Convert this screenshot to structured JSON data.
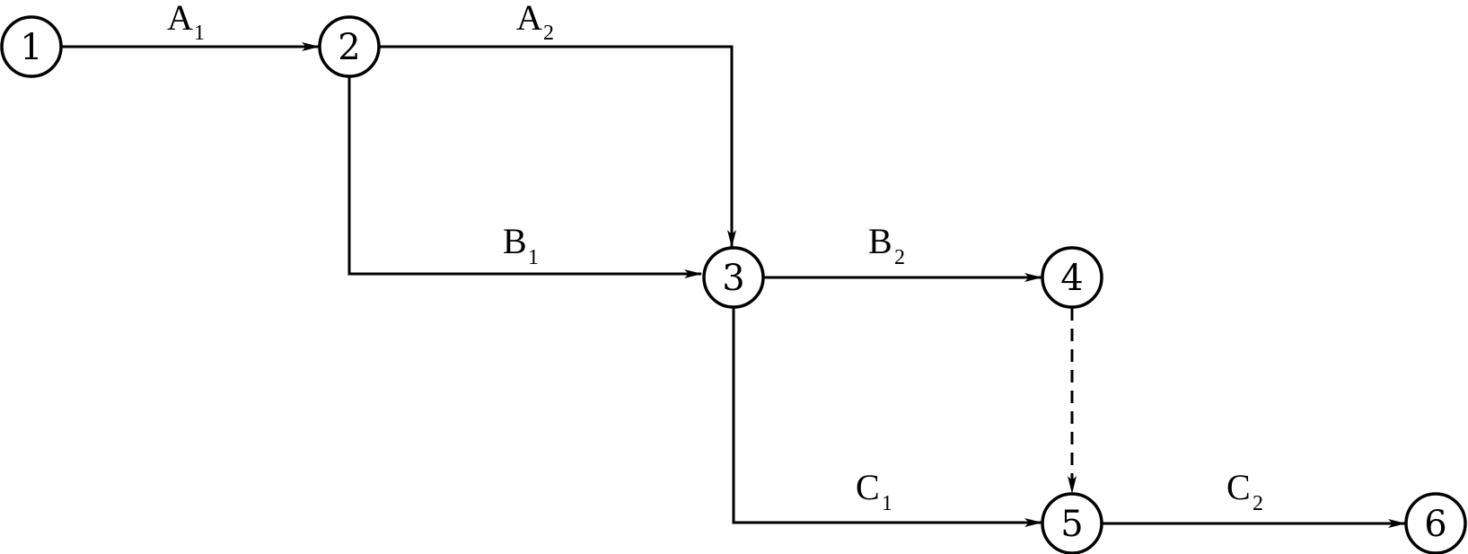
{
  "nodes": [
    {
      "id": "n1",
      "label": "1"
    },
    {
      "id": "n2",
      "label": "2"
    },
    {
      "id": "n3",
      "label": "3"
    },
    {
      "id": "n4",
      "label": "4"
    },
    {
      "id": "n5",
      "label": "5"
    },
    {
      "id": "n6",
      "label": "6"
    }
  ],
  "activities": [
    {
      "id": "a1",
      "letter": "A",
      "sub": "1",
      "from": "1",
      "to": "2"
    },
    {
      "id": "a2",
      "letter": "A",
      "sub": "2",
      "from": "2",
      "to": "3"
    },
    {
      "id": "b1",
      "letter": "B",
      "sub": "1",
      "from": "2",
      "to": "3"
    },
    {
      "id": "b2",
      "letter": "B",
      "sub": "2",
      "from": "3",
      "to": "4"
    },
    {
      "id": "c1",
      "letter": "C",
      "sub": "1",
      "from": "3",
      "to": "5"
    },
    {
      "id": "c2",
      "letter": "C",
      "sub": "2",
      "from": "5",
      "to": "6"
    }
  ],
  "dummy_activities": [
    {
      "id": "d1",
      "from": "4",
      "to": "5",
      "style": "dashed"
    }
  ]
}
